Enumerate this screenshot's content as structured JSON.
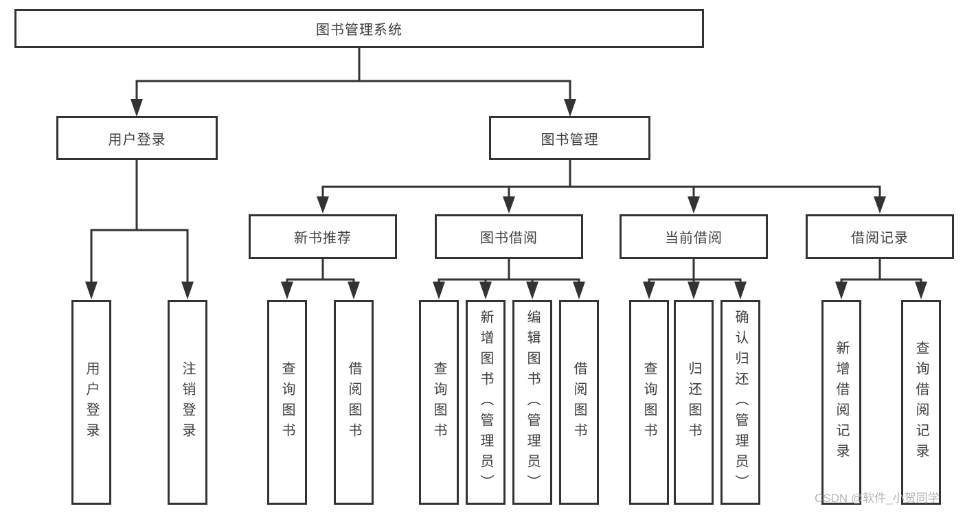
{
  "diagram": {
    "title_node": {
      "label": "图书管理系统"
    },
    "level2": [
      {
        "label": "用户登录"
      },
      {
        "label": "图书管理"
      }
    ],
    "level3": [
      {
        "label": "新书推荐"
      },
      {
        "label": "图书借阅"
      },
      {
        "label": "当前借阅"
      },
      {
        "label": "借阅记录"
      }
    ],
    "leaves": [
      {
        "label": "用户登录"
      },
      {
        "label": "注销登录"
      },
      {
        "label": "查询图书"
      },
      {
        "label": "借阅图书"
      },
      {
        "label": "查询图书"
      },
      {
        "label": "新增图书（管理员）"
      },
      {
        "label": "编辑图书（管理员）"
      },
      {
        "label": "借阅图书"
      },
      {
        "label": "查询图书"
      },
      {
        "label": "归还图书"
      },
      {
        "label": "确认归还（管理员）"
      },
      {
        "label": "新增借阅记录"
      },
      {
        "label": "查询借阅记录"
      }
    ]
  },
  "watermark": {
    "text": "CSDN @软件_小贺同学"
  },
  "colors": {
    "line": "#333333",
    "text": "#3d3d3d",
    "watermark": "#b6b6b6",
    "background": "#ffffff"
  }
}
